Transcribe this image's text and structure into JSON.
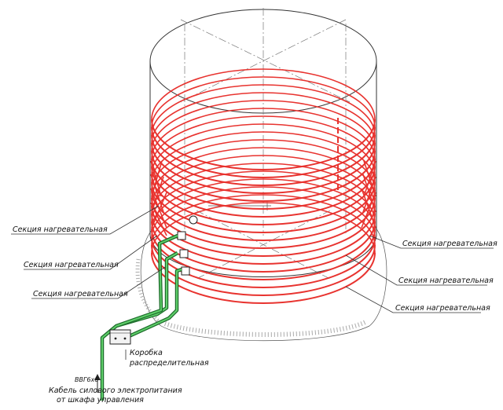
{
  "labels": {
    "left_section_1": "Секция нагревательная",
    "left_section_2": "Секция нагревательная",
    "left_section_3": "Секция нагревательная",
    "right_section_1": "Секция нагревательная",
    "right_section_2": "Секция нагревательная",
    "right_section_3": "Секция нагревательная",
    "box_line1": "Коробка",
    "box_line2": "распределительная",
    "cable_type": "ВВГ6х6",
    "power_cable_line1": "Кабель силового электропитания",
    "power_cable_line2": "от шкафа управления"
  },
  "colors": {
    "heating_section": "#e8332f",
    "cable": "#1d6b2b",
    "cable_highlight": "#5fcf6a",
    "outline": "#333333"
  }
}
